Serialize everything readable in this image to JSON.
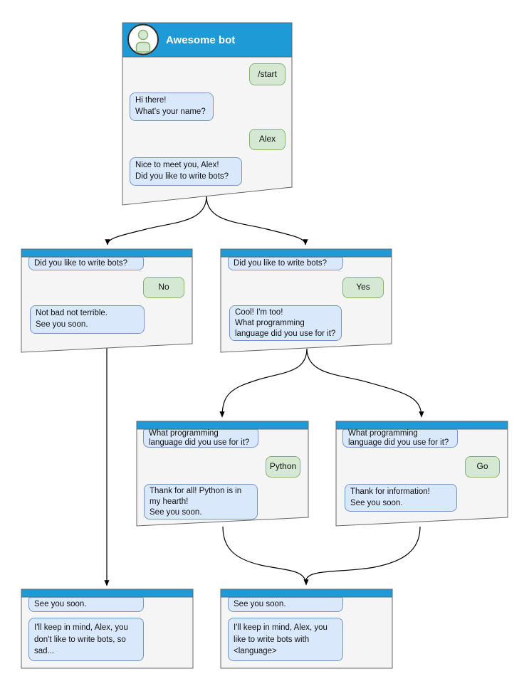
{
  "colors": {
    "header_blue": "#1E9BD7",
    "window_fill": "#F5F5F5",
    "window_border": "#666666",
    "bot_bubble_fill": "#DAE8FC",
    "bot_bubble_border": "#7396C8",
    "user_bubble_fill": "#D5E8D4",
    "user_bubble_border": "#82B366",
    "arrow_color": "#000000",
    "title_color": "#ffffff"
  },
  "windows": [
    {
      "id": "root",
      "title": "Awesome bot",
      "avatar_icon": "person-icon",
      "messages": [
        {
          "from": "user",
          "text": "/start"
        },
        {
          "from": "bot",
          "text": "Hi there!\nWhat's your name?"
        },
        {
          "from": "user",
          "text": "Alex"
        },
        {
          "from": "bot",
          "text": "Nice to meet you, Alex!\nDid you like to write bots?"
        }
      ]
    },
    {
      "id": "branch-no",
      "messages": [
        {
          "from": "bot",
          "text": "Did you like to write bots?"
        },
        {
          "from": "user",
          "text": "No"
        },
        {
          "from": "bot",
          "text": "Not bad not terrible.\nSee you soon."
        }
      ]
    },
    {
      "id": "branch-yes",
      "messages": [
        {
          "from": "bot",
          "text": "Did you like to write bots?"
        },
        {
          "from": "user",
          "text": "Yes"
        },
        {
          "from": "bot",
          "text": "Cool! I'm too!\nWhat programming\nlanguage did you use for it?"
        }
      ]
    },
    {
      "id": "branch-python",
      "messages": [
        {
          "from": "bot",
          "text": "What programming\nlanguage did you use for it?"
        },
        {
          "from": "user",
          "text": "Python"
        },
        {
          "from": "bot",
          "text": "Thank for all! Python is in\nmy hearth!\nSee you soon."
        }
      ]
    },
    {
      "id": "branch-go",
      "messages": [
        {
          "from": "bot",
          "text": "What programming\nlanguage did you use for it?"
        },
        {
          "from": "user",
          "text": "Go"
        },
        {
          "from": "bot",
          "text": "Thank for information!\nSee you soon."
        }
      ]
    },
    {
      "id": "end-no",
      "messages": [
        {
          "from": "bot",
          "text": "See you soon."
        },
        {
          "from": "bot",
          "text": "I'll keep in mind, Alex, you\ndon't like to write bots, so\nsad..."
        }
      ]
    },
    {
      "id": "end-yes",
      "messages": [
        {
          "from": "bot",
          "text": "See you soon."
        },
        {
          "from": "bot",
          "text": "I'll keep in mind, Alex, you\nlike to write bots with\n<language>"
        }
      ]
    }
  ]
}
